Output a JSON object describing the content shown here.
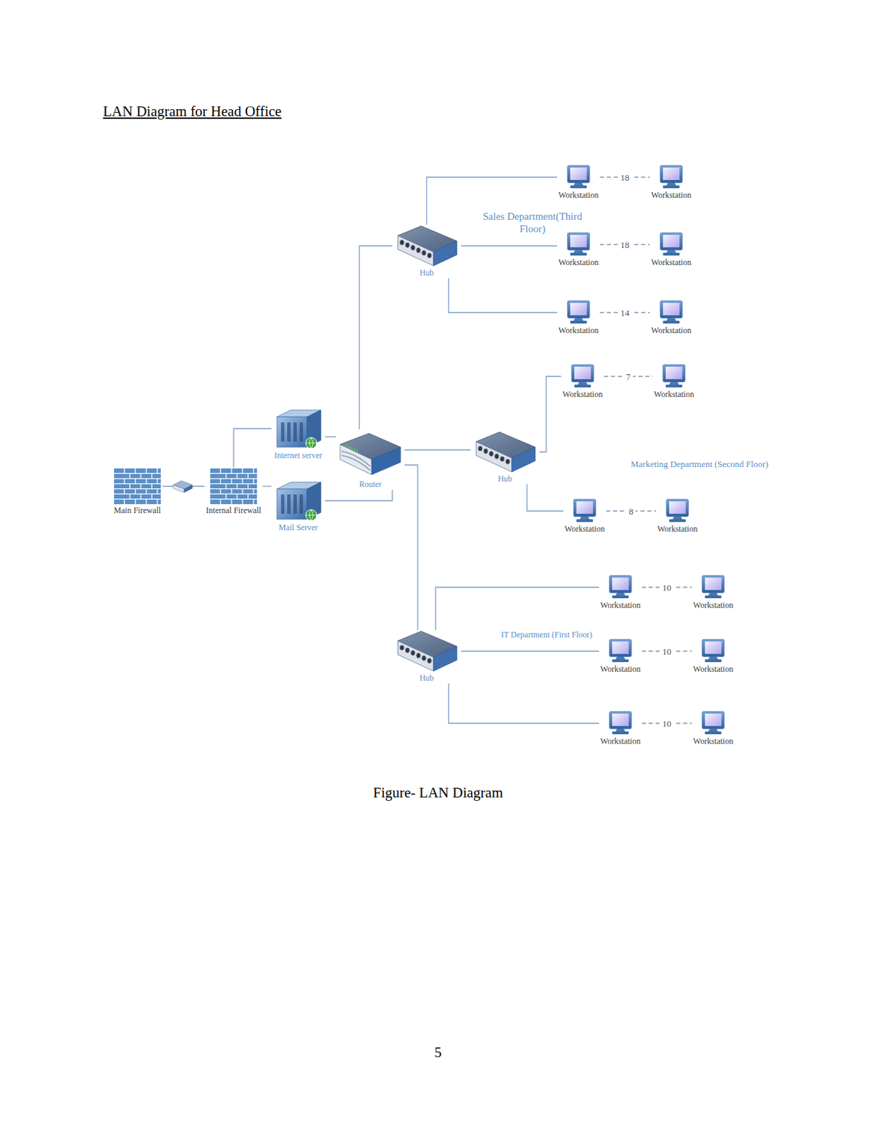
{
  "diagram": {
    "title": "LAN Diagram for Head Office",
    "caption": "Figure- LAN Diagram",
    "nodes": [
      {
        "text": [
          "Workstation"
        ]
      },
      {
        "text": [
          "Workstation"
        ]
      },
      {
        "text": [
          "Hub"
        ]
      },
      {
        "text": [
          "Workstation"
        ]
      },
      {
        "text": [
          "Workstation"
        ]
      },
      {
        "text": [
          "Workstation"
        ]
      },
      {
        "text": [
          "Workstation"
        ]
      },
      {
        "text": [
          "Workstation"
        ]
      },
      {
        "text": [
          "Workstation"
        ]
      },
      {
        "text": [
          "Internet server"
        ]
      },
      {
        "text": [
          "Router"
        ]
      },
      {
        "text": [
          "Hub"
        ]
      },
      {
        "text": [
          "Main Firewall"
        ]
      },
      {
        "text": [
          "Internal Firewall"
        ]
      },
      {
        "text": [
          "Mail Server"
        ]
      },
      {
        "text": [
          "Workstation"
        ]
      },
      {
        "text": [
          "Workstation"
        ]
      },
      {
        "text": [
          "Workstation"
        ]
      },
      {
        "text": [
          "Workstation"
        ]
      },
      {
        "text": [
          "Hub"
        ]
      },
      {
        "text": [
          "Workstation"
        ]
      },
      {
        "text": [
          "Workstation"
        ]
      },
      {
        "text": [
          "Workstation"
        ]
      },
      {
        "text": [
          "Workstation"
        ]
      }
    ],
    "edges": [
      {
        "from": 12,
        "to": 13,
        "arrow": "none"
      },
      {
        "from": 13,
        "to": 9,
        "arrow": "none"
      },
      {
        "from": 13,
        "to": 14,
        "arrow": "none"
      },
      {
        "from": 9,
        "to": 10,
        "arrow": "none"
      },
      {
        "from": 14,
        "to": 10,
        "arrow": "none"
      },
      {
        "from": 10,
        "to": 2,
        "arrow": "none"
      },
      {
        "from": 10,
        "to": 11,
        "arrow": "none"
      },
      {
        "from": 10,
        "to": 19,
        "arrow": "none"
      },
      {
        "from": 2,
        "to": 0,
        "arrow": "none"
      },
      {
        "from": 2,
        "to": 3,
        "arrow": "none"
      },
      {
        "from": 2,
        "to": 5,
        "arrow": "none"
      },
      {
        "from": 11,
        "to": 7,
        "arrow": "none"
      },
      {
        "from": 11,
        "to": 15,
        "arrow": "none"
      },
      {
        "from": 19,
        "to": 17,
        "arrow": "none"
      },
      {
        "from": 19,
        "to": 20,
        "arrow": "none"
      },
      {
        "from": 19,
        "to": 22,
        "arrow": "none"
      },
      {
        "from": 0,
        "to": 1,
        "label": "18",
        "arrow": "none"
      },
      {
        "from": 3,
        "to": 4,
        "label": "18",
        "arrow": "none"
      },
      {
        "from": 5,
        "to": 6,
        "label": "14",
        "arrow": "none"
      },
      {
        "from": 7,
        "to": 8,
        "label": "7",
        "arrow": "none"
      },
      {
        "from": 15,
        "to": 16,
        "label": "8",
        "arrow": "none"
      },
      {
        "from": 17,
        "to": 18,
        "label": "10",
        "arrow": "none"
      },
      {
        "from": 20,
        "to": 21,
        "label": "10",
        "arrow": "none"
      },
      {
        "from": 22,
        "to": 23,
        "label": "10",
        "arrow": "none"
      }
    ],
    "labels": [
      "Sales Department(Third Floor)",
      "Marketing Department (Second Floor)",
      "IT Department (First Floor)",
      "5"
    ]
  }
}
